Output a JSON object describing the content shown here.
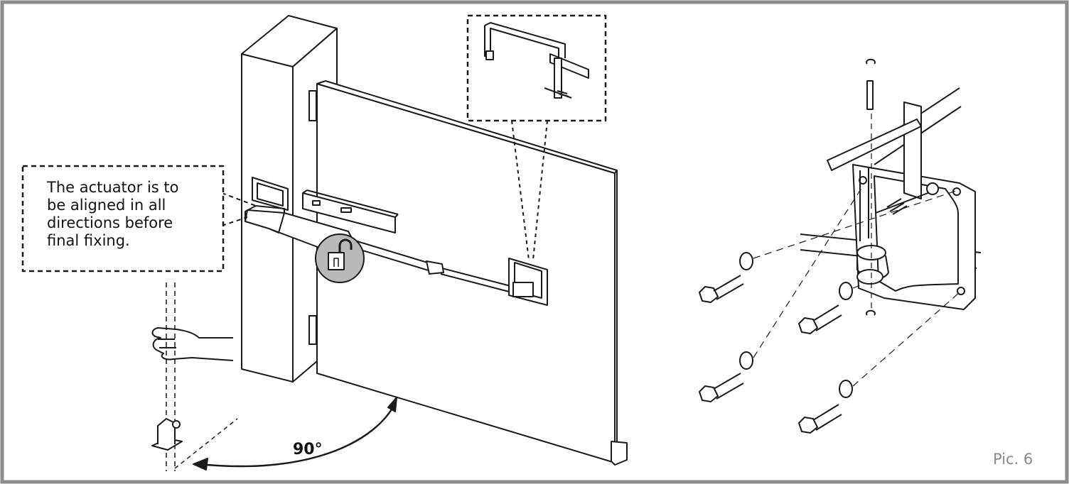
{
  "callout": {
    "text": "The actuator is to\nbe aligned in all\ndirections before\nfinal fixing."
  },
  "angle_label": "90°",
  "caption": "Pic. 6",
  "colors": {
    "frame": "#8c8c8c",
    "line": "#1a1a1a",
    "lock_badge": "#b9b9b9",
    "caption": "#8a8a8a"
  },
  "icons": [
    "unlock-icon",
    "hand-icon",
    "caliper-clamp-icon"
  ]
}
